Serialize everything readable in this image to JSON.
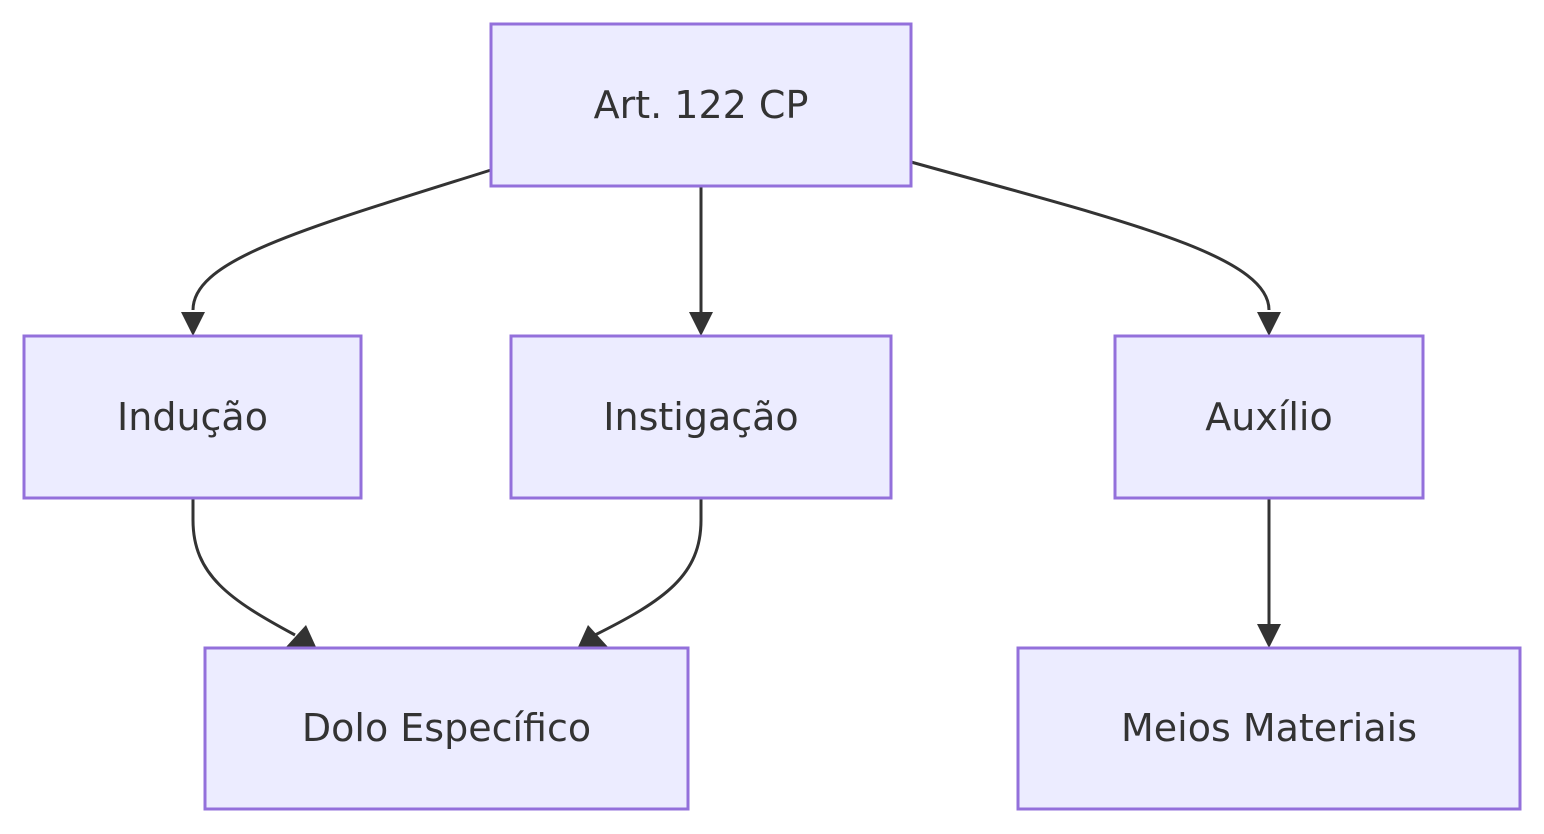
{
  "diagram": {
    "type": "flowchart",
    "direction": "top-down",
    "colors": {
      "node_fill": "#ECECFF",
      "node_border": "#9370DB",
      "edge": "#333333",
      "text": "#333333"
    },
    "nodes": {
      "art122": {
        "label": "Art. 122 CP"
      },
      "inducao": {
        "label": "Indução"
      },
      "instigacao": {
        "label": "Instigação"
      },
      "auxilio": {
        "label": "Auxílio"
      },
      "dolo": {
        "label": "Dolo Específico"
      },
      "meios": {
        "label": "Meios Materiais"
      }
    },
    "edges": [
      {
        "from": "art122",
        "to": "inducao"
      },
      {
        "from": "art122",
        "to": "instigacao"
      },
      {
        "from": "art122",
        "to": "auxilio"
      },
      {
        "from": "inducao",
        "to": "dolo"
      },
      {
        "from": "instigacao",
        "to": "dolo"
      },
      {
        "from": "auxilio",
        "to": "meios"
      }
    ]
  }
}
